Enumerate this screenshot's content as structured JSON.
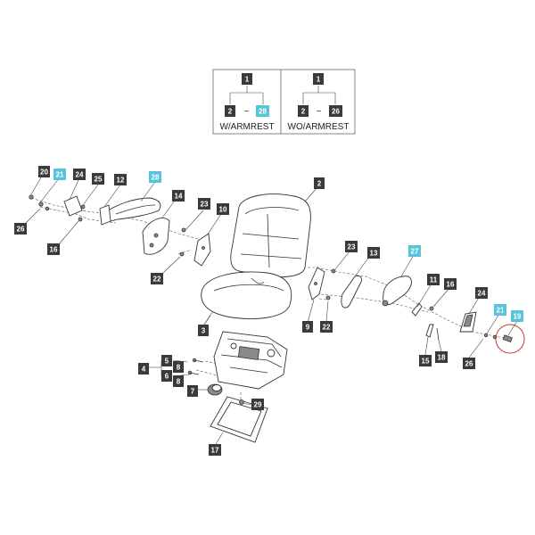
{
  "colors": {
    "label_dark": "#3a3a3a",
    "label_highlight": "#58c4dc",
    "circle_mark": "#c0392b"
  },
  "legend": {
    "left": {
      "top": "1",
      "from": "2",
      "tilde": "~",
      "to": "28",
      "caption": "W/ARMREST"
    },
    "right": {
      "top": "1",
      "from": "2",
      "tilde": "~",
      "to": "26",
      "caption": "WO/ARMREST"
    }
  },
  "callouts": [
    {
      "id": "c20a",
      "text": "20",
      "hl": false
    },
    {
      "id": "c21a",
      "text": "21",
      "hl": true
    },
    {
      "id": "c24a",
      "text": "24",
      "hl": false
    },
    {
      "id": "c25",
      "text": "25",
      "hl": false
    },
    {
      "id": "c12",
      "text": "12",
      "hl": false
    },
    {
      "id": "c28",
      "text": "28",
      "hl": true
    },
    {
      "id": "c14",
      "text": "14",
      "hl": false
    },
    {
      "id": "c26a",
      "text": "26",
      "hl": false
    },
    {
      "id": "c16a",
      "text": "16",
      "hl": false
    },
    {
      "id": "c23a",
      "text": "23",
      "hl": false
    },
    {
      "id": "c10",
      "text": "10",
      "hl": false
    },
    {
      "id": "c22a",
      "text": "22",
      "hl": false
    },
    {
      "id": "c2",
      "text": "2",
      "hl": false
    },
    {
      "id": "c23b",
      "text": "23",
      "hl": false
    },
    {
      "id": "c13",
      "text": "13",
      "hl": false
    },
    {
      "id": "c27",
      "text": "27",
      "hl": true
    },
    {
      "id": "c11",
      "text": "11",
      "hl": false
    },
    {
      "id": "c16b",
      "text": "16",
      "hl": false
    },
    {
      "id": "c24b",
      "text": "24",
      "hl": false
    },
    {
      "id": "c21b",
      "text": "21",
      "hl": true
    },
    {
      "id": "c19",
      "text": "19",
      "hl": true
    },
    {
      "id": "c9",
      "text": "9",
      "hl": false
    },
    {
      "id": "c22b",
      "text": "22",
      "hl": false
    },
    {
      "id": "c3",
      "text": "3",
      "hl": false
    },
    {
      "id": "c15",
      "text": "15",
      "hl": false
    },
    {
      "id": "c18",
      "text": "18",
      "hl": false
    },
    {
      "id": "c26b",
      "text": "26",
      "hl": false
    },
    {
      "id": "c4",
      "text": "4",
      "hl": false
    },
    {
      "id": "c5",
      "text": "5",
      "hl": false
    },
    {
      "id": "c6",
      "text": "6",
      "hl": false
    },
    {
      "id": "c8a",
      "text": "8",
      "hl": false
    },
    {
      "id": "c8b",
      "text": "8",
      "hl": false
    },
    {
      "id": "c7",
      "text": "7",
      "hl": false
    },
    {
      "id": "c29",
      "text": "29",
      "hl": false
    },
    {
      "id": "c17",
      "text": "17",
      "hl": false
    }
  ]
}
